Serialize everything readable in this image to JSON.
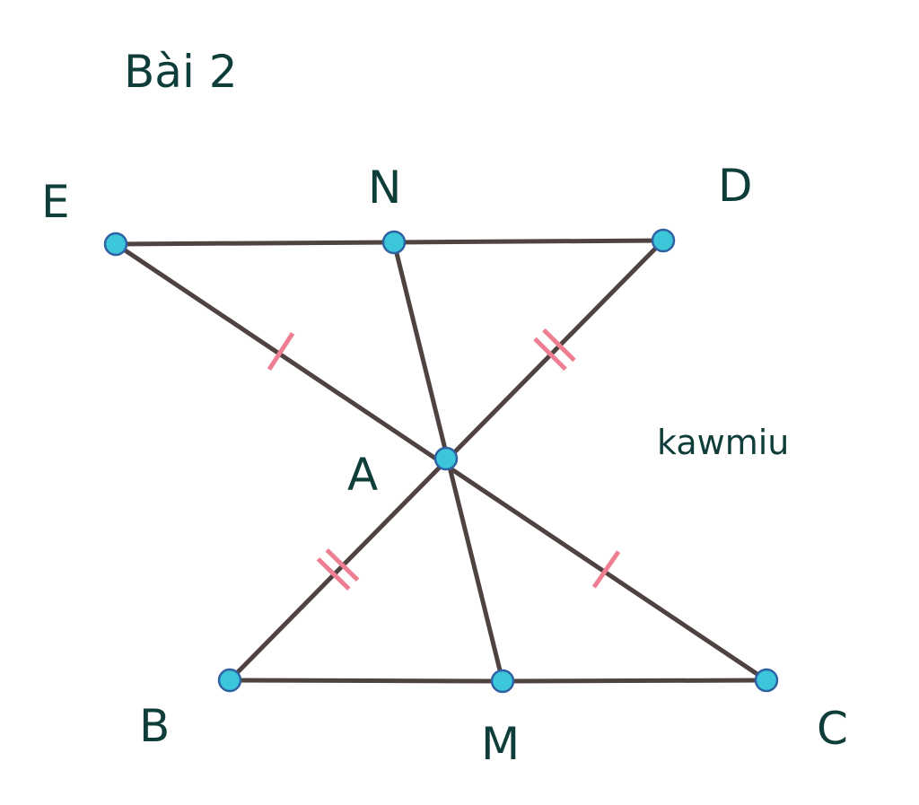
{
  "title": "Bài 2",
  "watermark": "kawmiu",
  "colors": {
    "segment": "#4f4342",
    "tick": "#ee7f93",
    "vertex_fill": "#3cc6da",
    "vertex_stroke": "#2f62a3",
    "text": "#0e3d3a"
  },
  "points": [
    {
      "id": "E",
      "label": "E"
    },
    {
      "id": "N",
      "label": "N"
    },
    {
      "id": "D",
      "label": "D"
    },
    {
      "id": "A",
      "label": "A"
    },
    {
      "id": "B",
      "label": "B"
    },
    {
      "id": "M",
      "label": "M"
    },
    {
      "id": "C",
      "label": "C"
    }
  ],
  "segments": [
    [
      "E",
      "N"
    ],
    [
      "N",
      "D"
    ],
    [
      "E",
      "C"
    ],
    [
      "D",
      "B"
    ],
    [
      "N",
      "M"
    ],
    [
      "B",
      "M"
    ],
    [
      "M",
      "C"
    ]
  ],
  "equal_marks": [
    {
      "from": "E",
      "to": "A",
      "count": 1
    },
    {
      "from": "A",
      "to": "C",
      "count": 1
    },
    {
      "from": "A",
      "to": "D",
      "count": 2
    },
    {
      "from": "B",
      "to": "A",
      "count": 2
    }
  ]
}
